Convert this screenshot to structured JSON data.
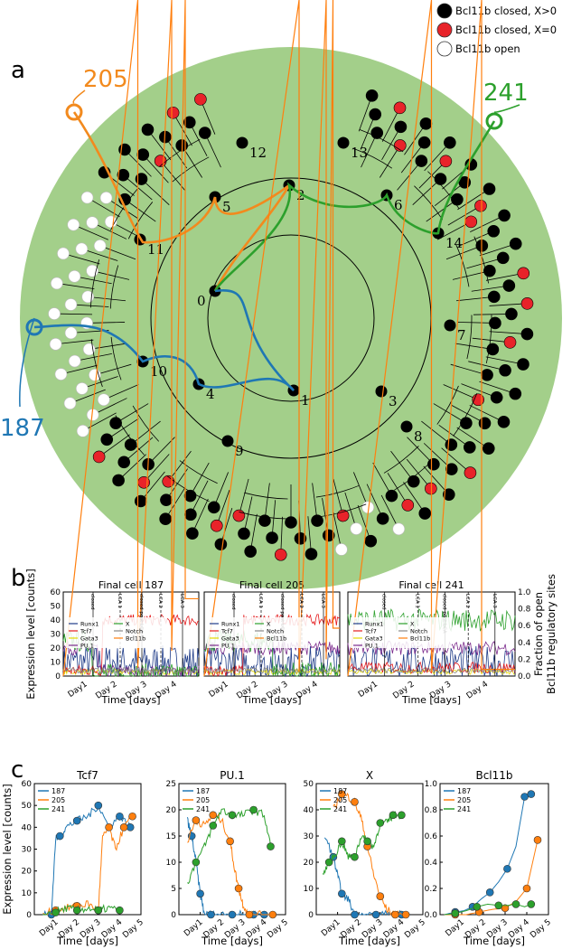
{
  "panel_labels": {
    "a": "a",
    "b": "b",
    "c": "c"
  },
  "legend": {
    "items": [
      {
        "label": "Bcl11b closed, X>0",
        "color": "#000000"
      },
      {
        "label": "Bcl11b closed, X=0",
        "color": "#e8232a"
      },
      {
        "label": "Bcl11b open",
        "color": "#ffffff"
      }
    ]
  },
  "tree": {
    "background_color": "#a3cf8a",
    "node_labels": [
      "0",
      "1",
      "2",
      "3",
      "4",
      "5",
      "6",
      "7",
      "8",
      "9",
      "10",
      "11",
      "12",
      "13",
      "14"
    ],
    "callouts": [
      {
        "label": "205",
        "color": "#f28a1e"
      },
      {
        "label": "241",
        "color": "#2ca02c"
      },
      {
        "label": "187",
        "color": "#1f77b4"
      }
    ]
  },
  "panel_b": {
    "titles": [
      "Final cell 187",
      "Final cell 205",
      "Final cell 241"
    ],
    "ylabel": "Expression level [counts]",
    "y2label_line1": "Fraction of open",
    "y2label_line2": "Bcl11b regulatory sites",
    "xlabel": "Time [days]",
    "yticks": [
      "0",
      "10",
      "20",
      "30",
      "40",
      "50",
      "60"
    ],
    "y2ticks": [
      "0.0",
      "0.2",
      "0.4",
      "0.6",
      "0.8",
      "1.0"
    ],
    "xticks": [
      "Day1",
      "Day 2",
      "Day 3",
      "Day 4"
    ],
    "legend": [
      "Runx1",
      "Tcf7",
      "Gata3",
      "PU.1",
      "X",
      "Notch",
      "Bcl11b"
    ],
    "annotations": [
      "closed",
      "LCA 1",
      "closed post LCA",
      "LCA 2",
      "LCA 3",
      "LCA 4",
      "open"
    ]
  },
  "chart_data": [
    {
      "type": "line",
      "title": "Tcf7",
      "xlabel": "Time [days]",
      "ylabel": "Expression level [counts]",
      "ylim": [
        0,
        60
      ],
      "xticks": [
        "Day1",
        "Day 2",
        "Day 3",
        "Day 4",
        "Day 5"
      ],
      "yticks": [
        0,
        10,
        20,
        30,
        40,
        50,
        60
      ],
      "series": [
        {
          "name": "187",
          "color": "#1f77b4",
          "points": [
            [
              0.4,
              0
            ],
            [
              0.8,
              0
            ],
            [
              1.0,
              35
            ],
            [
              1.2,
              36
            ],
            [
              1.5,
              40
            ],
            [
              2.0,
              43
            ],
            [
              2.5,
              45
            ],
            [
              3.0,
              50
            ],
            [
              3.5,
              40
            ],
            [
              4.0,
              45
            ],
            [
              4.5,
              40
            ]
          ]
        },
        {
          "name": "205",
          "color": "#ff7f0e",
          "points": [
            [
              0.4,
              0
            ],
            [
              1.0,
              2
            ],
            [
              1.5,
              3
            ],
            [
              2.0,
              4
            ],
            [
              2.5,
              5
            ],
            [
              3.0,
              2
            ],
            [
              3.2,
              35
            ],
            [
              3.5,
              40
            ],
            [
              3.8,
              30
            ],
            [
              4.2,
              40
            ],
            [
              4.6,
              45
            ]
          ]
        },
        {
          "name": "241",
          "color": "#2ca02c",
          "points": [
            [
              0.4,
              0
            ],
            [
              1.0,
              1
            ],
            [
              1.5,
              3
            ],
            [
              2.0,
              2
            ],
            [
              2.5,
              3
            ],
            [
              3.0,
              2
            ],
            [
              3.5,
              3
            ],
            [
              4.0,
              2
            ]
          ]
        }
      ]
    },
    {
      "type": "line",
      "title": "PU.1",
      "xlabel": "Time [days]",
      "ylim": [
        0,
        25
      ],
      "xticks": [
        "Day1",
        "Day 2",
        "Day 3",
        "Day 4",
        "Day 5"
      ],
      "yticks": [
        0,
        5,
        10,
        15,
        20,
        25
      ],
      "series": [
        {
          "name": "187",
          "color": "#1f77b4",
          "points": [
            [
              0.4,
              18
            ],
            [
              0.6,
              15
            ],
            [
              0.8,
              10
            ],
            [
              1.0,
              4
            ],
            [
              1.2,
              0
            ],
            [
              1.5,
              0
            ],
            [
              2.0,
              0
            ],
            [
              2.5,
              0
            ],
            [
              3.0,
              0
            ],
            [
              3.5,
              0
            ],
            [
              4.0,
              0
            ]
          ]
        },
        {
          "name": "205",
          "color": "#ff7f0e",
          "points": [
            [
              0.4,
              14
            ],
            [
              0.8,
              18
            ],
            [
              1.2,
              17
            ],
            [
              1.6,
              19
            ],
            [
              2.0,
              18
            ],
            [
              2.4,
              14
            ],
            [
              2.6,
              9
            ],
            [
              2.8,
              5
            ],
            [
              3.0,
              2
            ],
            [
              3.3,
              0
            ],
            [
              3.8,
              0
            ],
            [
              4.4,
              0
            ]
          ]
        },
        {
          "name": "241",
          "color": "#2ca02c",
          "points": [
            [
              0.4,
              6
            ],
            [
              0.8,
              10
            ],
            [
              1.2,
              13
            ],
            [
              1.6,
              17
            ],
            [
              2.0,
              20
            ],
            [
              2.5,
              19
            ],
            [
              3.0,
              19
            ],
            [
              3.5,
              20
            ],
            [
              4.0,
              19
            ],
            [
              4.3,
              13
            ]
          ]
        }
      ]
    },
    {
      "type": "line",
      "title": "X",
      "xlabel": "Time [days]",
      "ylim": [
        0,
        50
      ],
      "xticks": [
        "Day1",
        "Day 2",
        "Day 3",
        "Day 4",
        "Day 5"
      ],
      "yticks": [
        0,
        10,
        20,
        30,
        40,
        50
      ],
      "series": [
        {
          "name": "187",
          "color": "#1f77b4",
          "points": [
            [
              0.4,
              30
            ],
            [
              0.8,
              22
            ],
            [
              1.0,
              15
            ],
            [
              1.2,
              8
            ],
            [
              1.5,
              6
            ],
            [
              1.8,
              0
            ],
            [
              2.2,
              0
            ],
            [
              2.8,
              0
            ],
            [
              3.4,
              0
            ],
            [
              4.0,
              0
            ]
          ]
        },
        {
          "name": "205",
          "color": "#ff7f0e",
          "points": [
            [
              0.8,
              40
            ],
            [
              1.2,
              46
            ],
            [
              1.5,
              45
            ],
            [
              1.8,
              43
            ],
            [
              2.1,
              37
            ],
            [
              2.4,
              26
            ],
            [
              2.7,
              15
            ],
            [
              3.0,
              7
            ],
            [
              3.3,
              2
            ],
            [
              3.7,
              0
            ],
            [
              4.2,
              0
            ]
          ]
        },
        {
          "name": "241",
          "color": "#2ca02c",
          "points": [
            [
              0.3,
              15
            ],
            [
              0.6,
              20
            ],
            [
              0.9,
              23
            ],
            [
              1.2,
              28
            ],
            [
              1.5,
              22
            ],
            [
              1.8,
              22
            ],
            [
              2.1,
              30
            ],
            [
              2.4,
              28
            ],
            [
              2.7,
              26
            ],
            [
              3.0,
              35
            ],
            [
              3.3,
              35
            ],
            [
              3.6,
              38
            ],
            [
              4.0,
              38
            ]
          ]
        }
      ]
    },
    {
      "type": "line",
      "title": "Bcl11b",
      "xlabel": "Time [days]",
      "ylim": [
        0,
        1.0
      ],
      "xticks": [
        "Day1",
        "Day 2",
        "Day 3",
        "Day 4",
        "Day 5"
      ],
      "yticks": [
        0.0,
        0.2,
        0.4,
        0.6,
        0.8,
        1.0
      ],
      "series": [
        {
          "name": "187",
          "color": "#1f77b4",
          "points": [
            [
              0.2,
              0
            ],
            [
              0.7,
              0.02
            ],
            [
              1.1,
              0.03
            ],
            [
              1.5,
              0.06
            ],
            [
              1.9,
              0.12
            ],
            [
              2.3,
              0.17
            ],
            [
              2.7,
              0.25
            ],
            [
              3.1,
              0.35
            ],
            [
              3.5,
              0.52
            ],
            [
              3.9,
              0.9
            ],
            [
              4.2,
              0.92
            ]
          ]
        },
        {
          "name": "205",
          "color": "#ff7f0e",
          "points": [
            [
              0.2,
              0
            ],
            [
              0.7,
              0
            ],
            [
              1.2,
              0
            ],
            [
              1.8,
              0.02
            ],
            [
              2.4,
              0.04
            ],
            [
              3.0,
              0.05
            ],
            [
              3.5,
              0.1
            ],
            [
              4.0,
              0.2
            ],
            [
              4.5,
              0.57
            ]
          ]
        },
        {
          "name": "241",
          "color": "#2ca02c",
          "points": [
            [
              0.2,
              0
            ],
            [
              0.7,
              0.01
            ],
            [
              1.2,
              0.03
            ],
            [
              1.7,
              0.06
            ],
            [
              2.2,
              0.08
            ],
            [
              2.7,
              0.07
            ],
            [
              3.1,
              0.07
            ],
            [
              3.5,
              0.08
            ],
            [
              3.9,
              0.06
            ],
            [
              4.2,
              0.08
            ]
          ]
        }
      ]
    }
  ],
  "panel_c_legend": [
    "187",
    "205",
    "241"
  ]
}
